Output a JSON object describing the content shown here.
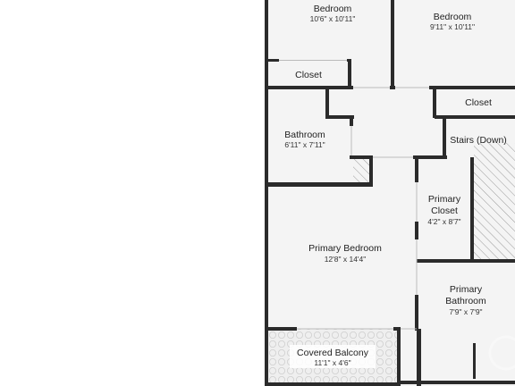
{
  "floorplan": {
    "colors": {
      "wall": "#2b2b2b",
      "floor": "#f4f4f4",
      "balcony_tile": "#e6e6e6",
      "stairs_hatch": "#9a9a9a"
    },
    "rooms": {
      "bedroom_left": {
        "name": "Bedroom",
        "dims": "10'6\" x 10'11\""
      },
      "bedroom_right": {
        "name": "Bedroom",
        "dims": "9'11\" x 10'11\""
      },
      "closet_left": {
        "name": "Closet"
      },
      "closet_right": {
        "name": "Closet"
      },
      "bathroom": {
        "name": "Bathroom",
        "dims": "6'11\" x 7'11\""
      },
      "stairs": {
        "name": "Stairs (Down)"
      },
      "primary_closet": {
        "name_line1": "Primary",
        "name_line2": "Closet",
        "dims": "4'2\" x 8'7\""
      },
      "primary_bedroom": {
        "name": "Primary Bedroom",
        "dims": "12'8\" x 14'4\""
      },
      "primary_bathroom": {
        "name_line1": "Primary",
        "name_line2": "Bathroom",
        "dims": "7'9\" x 7'9\""
      },
      "covered_balcony": {
        "name": "Covered Balcony",
        "dims": "11'1\" x 4'6\""
      }
    }
  }
}
